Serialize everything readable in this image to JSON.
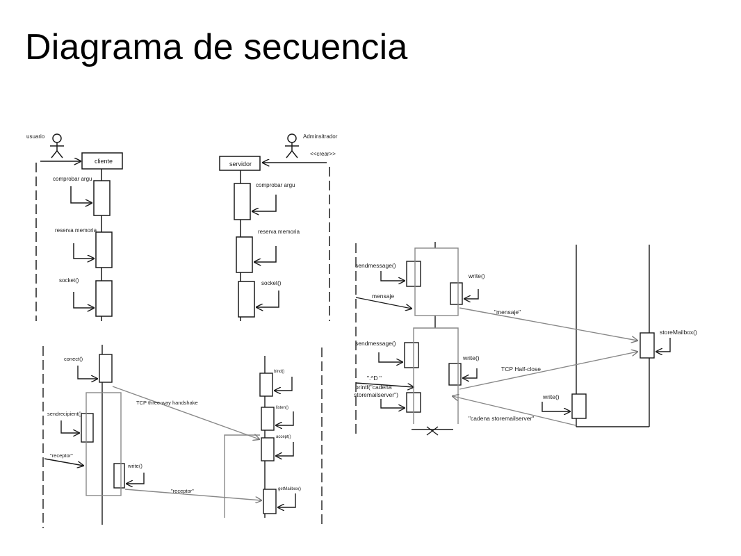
{
  "slide": {
    "title": "Diagrama de secuencia"
  },
  "colors": {
    "ink": "#1a1a1a",
    "guide": "#888888",
    "background": "#ffffff"
  },
  "icons": {
    "actor": "stick-figure-icon",
    "cross": "destroy-x-icon"
  },
  "actors": {
    "usuario": "usuario",
    "administrador": "Adminsitrador",
    "stereotype": "<<crear>>"
  },
  "lifelines": {
    "cliente": "cliente",
    "servidor": "servidor"
  },
  "panel_cliente": {
    "comprobar": "comprobar argu",
    "reserva": "reserva memoria",
    "socket": "socket()"
  },
  "panel_servidor": {
    "comprobar": "comprobar argu",
    "reserva": "reserva memoria",
    "socket": "socket()"
  },
  "panel_conexion": {
    "conect": "conect()",
    "handshake": "TCP three-way handshake",
    "sendrecipient": "sendrecipient()",
    "receptor_in": "\"receptor\"",
    "write": "write()",
    "receptor_out": "\"receptor\"",
    "bind": "bind()",
    "listen": "listen()",
    "accept": "accept()",
    "getmailbox": "getMailbox()"
  },
  "panel_mensaje": {
    "sendmessage_1": "sendmessage()",
    "write_1": "write()",
    "mensaje_in": "mensaje",
    "mensaje_out": "\"mensaje\"",
    "storemailbox": "storeMailbox()",
    "sendmessage_2": "sendmessage()",
    "write_2": "write()",
    "half_close": "TCP Half-close",
    "end_marker": "\".^D \"",
    "printf_line1": "printf(\"cadena",
    "printf_line2": "storemailserver\")",
    "write_3": "write()",
    "cadena_return": "\"cadena storemailserver\""
  }
}
